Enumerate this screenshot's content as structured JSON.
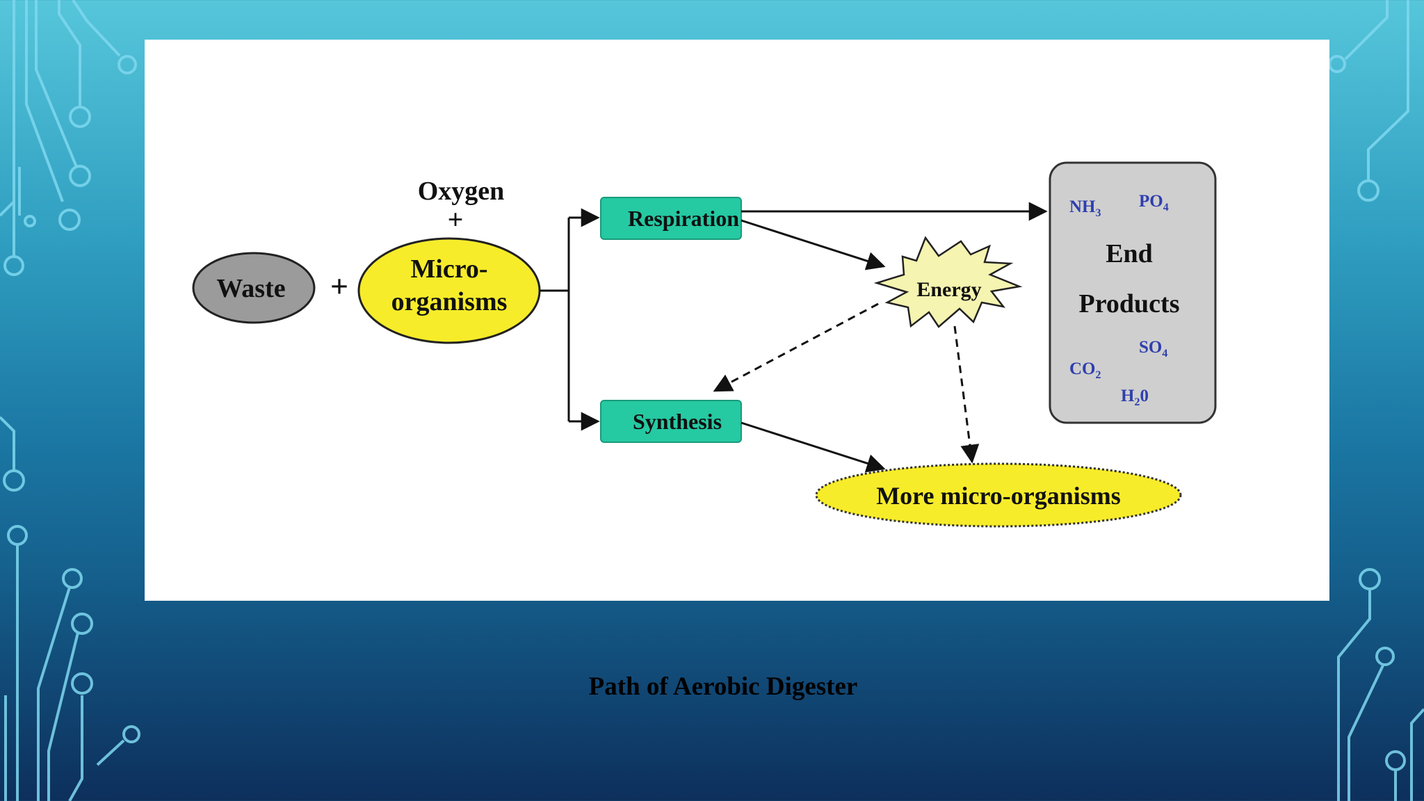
{
  "diagram": {
    "nodes": {
      "waste": "Waste",
      "oxygen": "Oxygen",
      "plus_oxygen": "+",
      "plus_waste": "+",
      "micro_line1": "Micro-",
      "micro_line2": "organisms",
      "respiration": "Respiration",
      "synthesis": "Synthesis",
      "energy": "Energy",
      "end_line1": "End",
      "end_line2": "Products",
      "more_micro": "More micro-organisms"
    },
    "chemicals": {
      "nh3": "NH",
      "nh3_sub": "3",
      "po4": "PO",
      "po4_sub": "4",
      "so4": "SO",
      "so4_sub": "4",
      "co2": "CO",
      "co2_sub": "2",
      "h2o_h": "H",
      "h2o_sub": "2",
      "h2o_o": "0"
    },
    "colors": {
      "box_fill": "#25c9a2",
      "yellow": "#f7ec2a",
      "waste_fill": "#9b9b9b",
      "end_fill": "#cfcfcf",
      "energy_fill": "#f5f4b0",
      "chem_text": "#2f3fae"
    }
  },
  "caption": "Path of Aerobic Digester"
}
